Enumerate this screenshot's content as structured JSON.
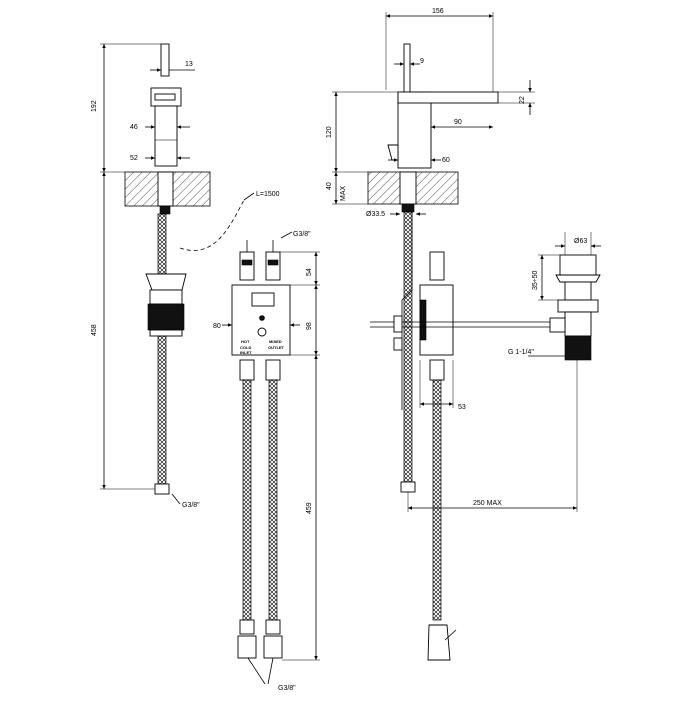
{
  "drawing": {
    "side_view": {
      "dim_total": "192",
      "dim_spout_width": "13",
      "dim_body_width": "46",
      "dim_base_width": "52",
      "dim_hose": "458",
      "hose_thread": "G3/8\""
    },
    "control_box": {
      "hose_length": "L=1500",
      "inlet_thread_top": "G3/8\"",
      "dim_inlet": "54",
      "dim_width": "80",
      "dim_box_height": "98",
      "dim_hose": "459",
      "inlet_thread_bottom": "G3/8\"",
      "label_hot": "HOT",
      "label_cold": "COLD",
      "label_inlet": "INLET",
      "label_mixed": "MIXED",
      "label_outlet": "OUTLET"
    },
    "front_view": {
      "dim_reach": "156",
      "dim_spout_dia": "9",
      "dim_spout_height": "22",
      "dim_body_height": "120",
      "dim_body_depth": "90",
      "dim_base": "60",
      "dim_deck_max": "40",
      "dim_deck_max_label": "MAX",
      "dim_hole": "Ø33.5",
      "dim_pop_up": "53",
      "dim_rod": "250 MAX"
    },
    "waste": {
      "dim_dia": "Ø63",
      "dim_height": "35÷50",
      "thread": "G 1-1/4\""
    }
  }
}
